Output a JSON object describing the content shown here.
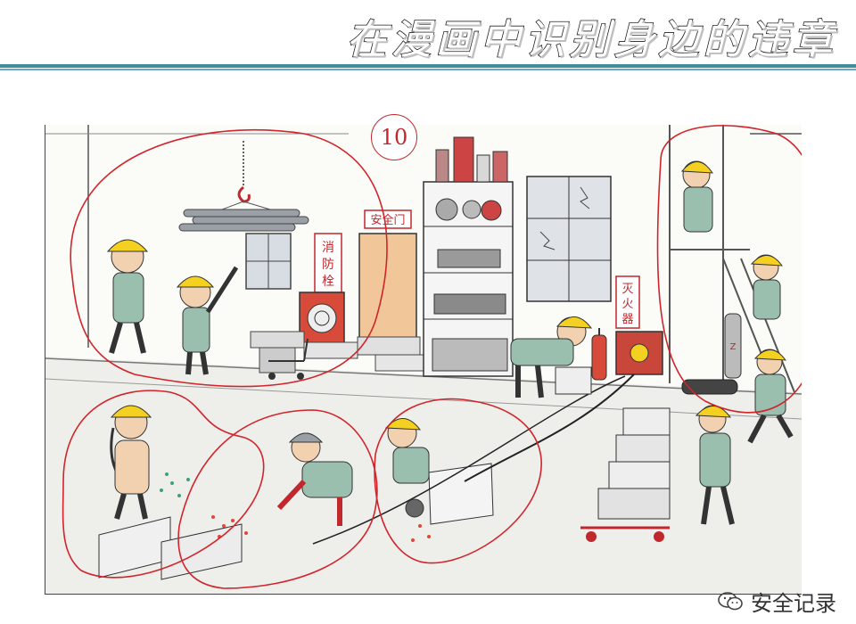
{
  "header": {
    "title": "在漫画中识别身边的违章"
  },
  "panel": {
    "number": "10"
  },
  "signs": {
    "safety_exit": "安全门",
    "hydrant": [
      "消",
      "防",
      "栓"
    ],
    "extinguisher": [
      "灭",
      "火",
      "器"
    ],
    "cylinder_label": "Z"
  },
  "watermark": {
    "text": "安全记录",
    "icon": "wechat-icon"
  },
  "footer": {
    "text": "…"
  },
  "colors": {
    "accent_red": "#c0282d",
    "title_rule_teal": "#3f8f9a",
    "helmet_yellow": "#f4d020",
    "uniform_green": "#9bbfae",
    "background": "#ffffff"
  }
}
